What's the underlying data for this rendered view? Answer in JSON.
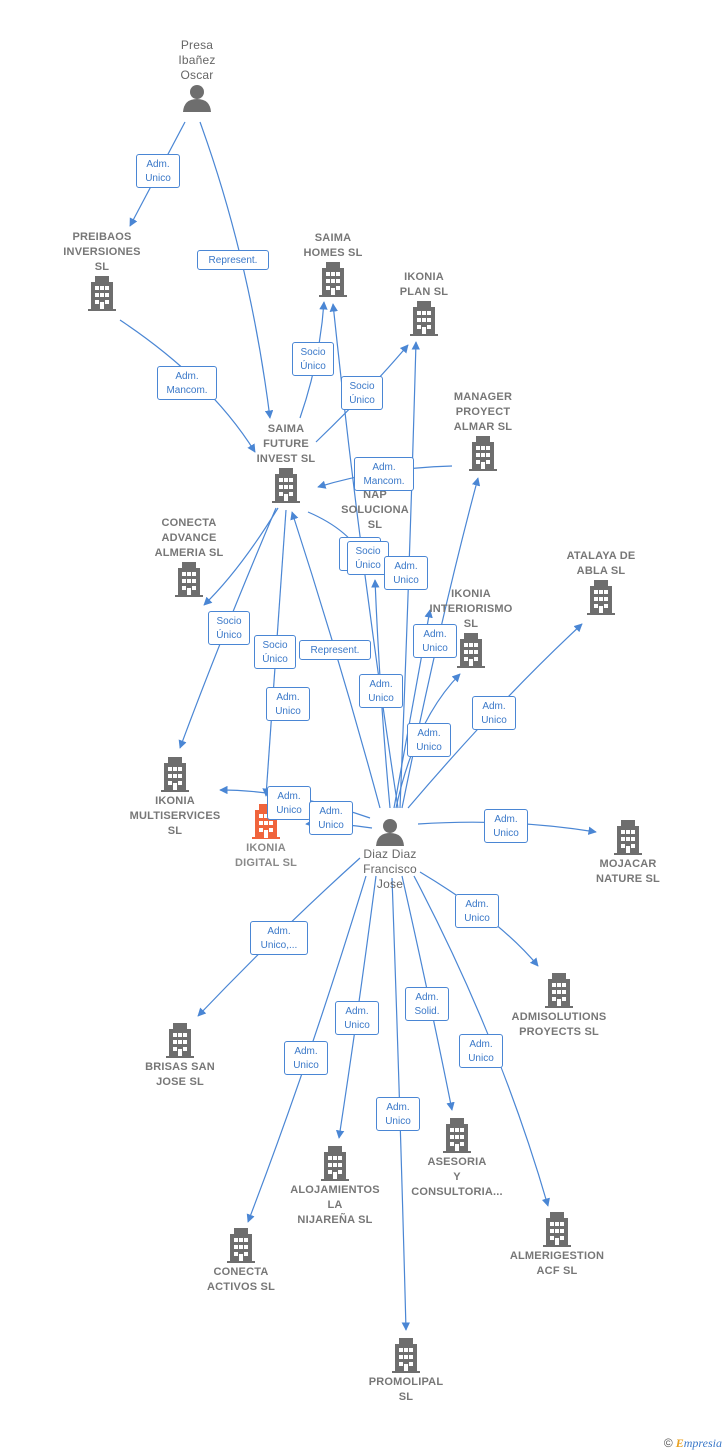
{
  "colors": {
    "edge": "#4a86d4",
    "building": "#6e6e6e",
    "focus_building": "#f0643c",
    "person": "#6e6e6e"
  },
  "nodes": [
    {
      "id": "presa",
      "kind": "person",
      "lines": [
        "Presa",
        "Ibañez",
        "Oscar"
      ]
    },
    {
      "id": "preibaos",
      "kind": "company",
      "lines": [
        "PREIBAOS",
        "INVERSIONES",
        "SL"
      ]
    },
    {
      "id": "saima_homes",
      "kind": "company",
      "lines": [
        "SAIMA",
        "HOMES  SL"
      ]
    },
    {
      "id": "ikonia_plan",
      "kind": "company",
      "lines": [
        "IKONIA",
        "PLAN  SL"
      ]
    },
    {
      "id": "manager",
      "kind": "company",
      "lines": [
        "MANAGER",
        "PROYECT",
        "ALMAR  SL"
      ]
    },
    {
      "id": "saima_future",
      "kind": "company",
      "lines": [
        "SAIMA",
        "FUTURE",
        "INVEST  SL"
      ]
    },
    {
      "id": "nap",
      "kind": "company",
      "lines": [
        "NAP",
        "SOLUCIONA",
        "SL"
      ]
    },
    {
      "id": "conecta_adv",
      "kind": "company",
      "lines": [
        "CONECTA",
        "ADVANCE",
        "ALMERIA  SL"
      ]
    },
    {
      "id": "atalaya",
      "kind": "company",
      "lines": [
        "ATALAYA DE",
        "ABLA  SL"
      ]
    },
    {
      "id": "ikonia_int",
      "kind": "company",
      "lines": [
        "IKONIA",
        "INTERIORISMO",
        "SL"
      ]
    },
    {
      "id": "ikonia_multi",
      "kind": "company",
      "lines": [
        "IKONIA",
        "MULTISERVICES",
        "SL"
      ]
    },
    {
      "id": "ikonia_digital",
      "kind": "focus",
      "lines": [
        "IKONIA",
        "DIGITAL  SL"
      ]
    },
    {
      "id": "diaz",
      "kind": "person",
      "lines": [
        "Diaz Diaz",
        "Francisco",
        "Jose"
      ]
    },
    {
      "id": "mojacar",
      "kind": "company",
      "lines": [
        "MOJACAR",
        "NATURE  SL"
      ]
    },
    {
      "id": "admisolutions",
      "kind": "company",
      "lines": [
        "ADMISOLUTIONS",
        "PROYECTS  SL"
      ]
    },
    {
      "id": "brisas",
      "kind": "company",
      "lines": [
        "BRISAS SAN",
        "JOSE  SL"
      ]
    },
    {
      "id": "alojamientos",
      "kind": "company",
      "lines": [
        "ALOJAMIENTOS",
        "LA",
        "NIJAREÑA  SL"
      ]
    },
    {
      "id": "asesoria",
      "kind": "company",
      "lines": [
        "ASESORIA",
        "Y",
        "CONSULTORIA..."
      ]
    },
    {
      "id": "almerigestion",
      "kind": "company",
      "lines": [
        "ALMERIGESTION",
        "ACF SL"
      ]
    },
    {
      "id": "conecta_act",
      "kind": "company",
      "lines": [
        "CONECTA",
        "ACTIVOS  SL"
      ]
    },
    {
      "id": "promolipal",
      "kind": "company",
      "lines": [
        "PROMOLIPAL",
        "SL"
      ]
    }
  ],
  "edge_labels": [
    {
      "id": "l_presa_preibaos",
      "lines": [
        "Adm.",
        "Unico"
      ]
    },
    {
      "id": "l_presa_saima",
      "lines": [
        "Represent."
      ]
    },
    {
      "id": "l_preibaos_saima",
      "lines": [
        "Adm.",
        "Mancom."
      ]
    },
    {
      "id": "l_saima_homes",
      "lines": [
        "Socio",
        "Único"
      ]
    },
    {
      "id": "l_saima_plan",
      "lines": [
        "Socio",
        "Único"
      ]
    },
    {
      "id": "l_manager_saima",
      "lines": [
        "Adm.",
        "Mancom."
      ]
    },
    {
      "id": "l_saima_nap_a",
      "lines": [
        "Socio",
        "Único"
      ]
    },
    {
      "id": "l_saima_nap_b",
      "lines": [
        "Socio",
        "Único"
      ]
    },
    {
      "id": "l_diaz_nap",
      "lines": [
        "Adm.",
        "Unico"
      ]
    },
    {
      "id": "l_saima_conecta",
      "lines": [
        "Socio",
        "Único"
      ]
    },
    {
      "id": "l_saima_multi",
      "lines": [
        "Socio",
        "Único"
      ]
    },
    {
      "id": "l_diaz_saima",
      "lines": [
        "Represent."
      ]
    },
    {
      "id": "l_diaz_int",
      "lines": [
        "Adm.",
        "Unico"
      ]
    },
    {
      "id": "l_diaz_conecta",
      "lines": [
        "Adm.",
        "Unico"
      ]
    },
    {
      "id": "l_diaz_homes",
      "lines": [
        "Adm.",
        "Unico"
      ]
    },
    {
      "id": "l_diaz_manager",
      "lines": [
        "Adm.",
        "Unico"
      ]
    },
    {
      "id": "l_diaz_atalaya",
      "lines": [
        "Adm.",
        "Unico"
      ]
    },
    {
      "id": "l_diaz_multi",
      "lines": [
        "Adm.",
        "Unico"
      ]
    },
    {
      "id": "l_diaz_digital",
      "lines": [
        "Adm.",
        "Unico"
      ]
    },
    {
      "id": "l_diaz_mojacar",
      "lines": [
        "Adm.",
        "Unico"
      ]
    },
    {
      "id": "l_diaz_admisol",
      "lines": [
        "Adm.",
        "Unico"
      ]
    },
    {
      "id": "l_diaz_brisas",
      "lines": [
        "Adm.",
        "Unico,..."
      ]
    },
    {
      "id": "l_diaz_aloj",
      "lines": [
        "Adm.",
        "Unico"
      ]
    },
    {
      "id": "l_diaz_asesoria",
      "lines": [
        "Adm.",
        "Solid."
      ]
    },
    {
      "id": "l_diaz_almeri",
      "lines": [
        "Adm.",
        "Unico"
      ]
    },
    {
      "id": "l_diaz_conecta_act",
      "lines": [
        "Adm.",
        "Unico"
      ]
    },
    {
      "id": "l_diaz_promolipal",
      "lines": [
        "Adm.",
        "Unico"
      ]
    }
  ],
  "footer": {
    "copyright": "©",
    "brand_initial": "E",
    "brand_rest": "mpresia"
  }
}
